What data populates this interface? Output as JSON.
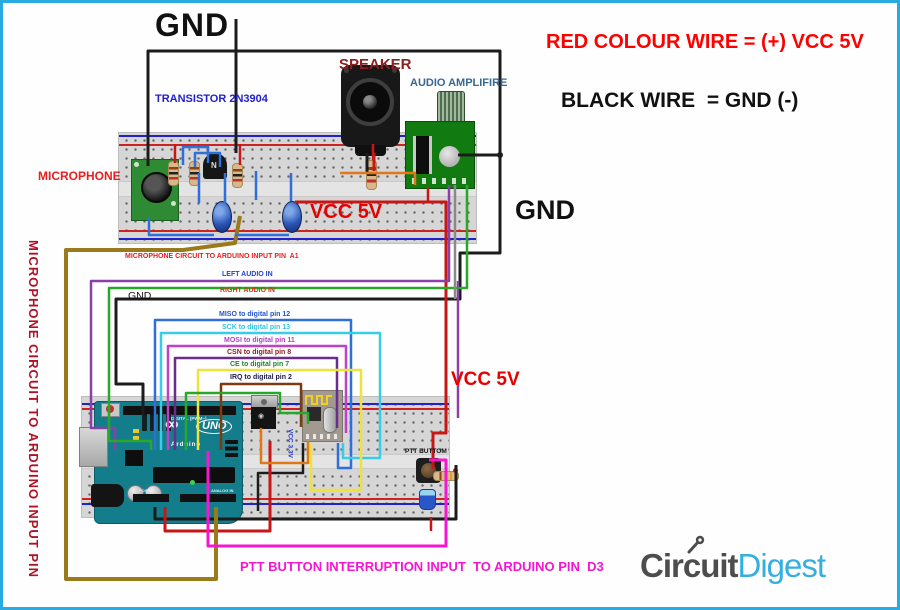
{
  "palette": {
    "frame": "#29ABE2",
    "black": "#1C1C1C",
    "red": "#C81616",
    "bright_red": "#FF0000",
    "gold": "#9B7A1B",
    "magenta": "#F516D2",
    "blue": "#2E6FD8",
    "cyan": "#38CCE8",
    "purple": "#8B3FA8",
    "mosi_wire": "#C040C8",
    "darkpurple": "#6B2D8B",
    "green": "#28A828",
    "yellow": "#EFE23A",
    "orange": "#E07818",
    "gray": "#8A8A8A",
    "irqbrown": "#7B3A10",
    "gnd_text": "#111111",
    "vcc_text": "#E60000",
    "mic_text": "#E62020",
    "speaker_text": "#8B2020",
    "amp_text": "#38678F",
    "transistor_text": "#2020D0",
    "mic_vertical_text": "#B01224",
    "left_audio_text": "#2244CC",
    "right_audio_text": "#E03010",
    "ptt_note_text": "#F516D2",
    "vcc33_text": "#2233CC",
    "logo_gray": "#4D4D4D",
    "logo_blue": "#35AEE2"
  },
  "legend": {
    "red_wire": "RED COLOUR WIRE = (+) VCC 5V",
    "black_wire": "BLACK WIRE  = GND (-)"
  },
  "labels": {
    "gnd_top": "GND",
    "gnd_right": "GND",
    "gnd_board": "GND",
    "speaker": "SPEAKER",
    "audio_amplifier": "AUDIO AMPLIFIRE",
    "transistor": "TRANSISTOR 2N3904",
    "microphone": "MICROPHONE",
    "vcc_5v_breadboard": "VCC 5V",
    "vcc_5v_right": "VCC 5V",
    "vcc_3v3": "VCC 3.3V",
    "mic_to_a1": "MICROPHONE CIRCUIT TO ARDUINO INPUT PIN  A1",
    "left_audio": "LEFT AUDIO IN",
    "right_audio": "RIGHT AUDIO IN",
    "mic_vertical": "MICROPHONE CIRCUIT TO ARDUINO INPUT PIN",
    "ptt_button": "PTT BUTTOM",
    "ptt_bottom_note": "PTT BUTTON INTERRUPTION INPUT  TO ARDUINO PIN  D3"
  },
  "wire_labels": [
    {
      "text": "MISO to digital pin 12",
      "color": "#2255CC"
    },
    {
      "text": "SCK to digital pin 13",
      "color": "#30C4E4"
    },
    {
      "text": "MOSI to digital pin 11",
      "color": "#B040C8"
    },
    {
      "text": "CSN to digital pin 8",
      "color": "#8B2020"
    },
    {
      "text": "CE to digital pin 7",
      "color": "#208820"
    },
    {
      "text": "IRQ to digital pin 2",
      "color": "#202050"
    }
  ],
  "arduino": {
    "logo": "UNO",
    "infinity": "∞",
    "brand": "Arduino",
    "digital_label": "DIGITAL (PWM~)",
    "power_label": "POWER",
    "analog_label": "ANALOG IN"
  },
  "logo": {
    "part1": "Circuit",
    "part2": "Digest"
  }
}
